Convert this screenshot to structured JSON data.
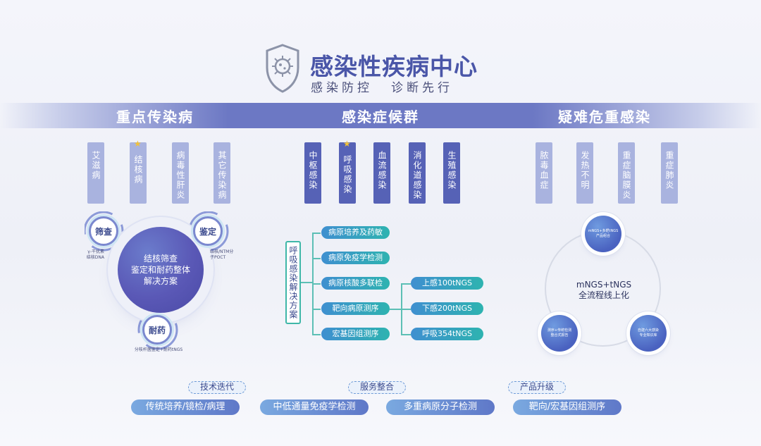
{
  "header": {
    "title": "感染性疾病中心",
    "slogan_left": "感染防控",
    "slogan_right": "诊断先行"
  },
  "sections": [
    {
      "heading": "重点传染病",
      "tags": [
        "艾滋病",
        "结核病",
        "病毒性肝炎",
        "其它传染病"
      ],
      "starred_index": 1
    },
    {
      "heading": "感染症候群",
      "tags": [
        "中枢感染",
        "呼吸感染",
        "血流感染",
        "消化道感染",
        "生殖感染"
      ],
      "starred_index": 1
    },
    {
      "heading": "疑难危重感染",
      "tags": [
        "脓毒血症",
        "发热不明",
        "重症脑膜炎",
        "重症肺炎"
      ]
    }
  ],
  "left_cluster": {
    "center": [
      "结核筛查",
      "鉴定和耐药整体",
      "解决方案"
    ],
    "screen_label": "筛查",
    "screen_note": [
      "γ-干扰素",
      "结核DNA"
    ],
    "identify_label": "鉴定",
    "identify_note": [
      "结核/NTM分",
      "子POCT"
    ],
    "resist_label": "耐药",
    "resist_note": "分枝杆菌鉴定+耐药tNGS"
  },
  "middle_flow": {
    "vertical_label": "呼吸感染解决方案",
    "methods": [
      "病原培养及药敏",
      "病原免疫学检测",
      "病原核酸多联检",
      "靶向病原测序",
      "宏基因组测序"
    ],
    "panels": [
      "上感100tNGS",
      "下感200tNGS",
      "呼吸354tNGS"
    ]
  },
  "right_cluster": {
    "center": [
      "mNGS+tNGS",
      "全流程线上化"
    ],
    "node_top": [
      "mNGS+多靶tNGS",
      "产品组合"
    ],
    "node_left": [
      "测序+传统检测",
      "整合式报告"
    ],
    "node_right": [
      "自建六大感染",
      "专业知识库"
    ]
  },
  "bottom": {
    "groups": [
      "技术迭代",
      "服务整合",
      "产品升级"
    ],
    "items": [
      "传统培养/镜检/病理",
      "中低通量免疫学检测",
      "多重病原分子检测",
      "靶向/宏基因组测序"
    ]
  },
  "colors": {
    "primary": "#4a56a8",
    "band": "#6c78c4",
    "tag_light": "#a9b3df",
    "tag_dark": "#5662b6",
    "teal": "#2eb3b0",
    "star": "#f2c23a"
  }
}
